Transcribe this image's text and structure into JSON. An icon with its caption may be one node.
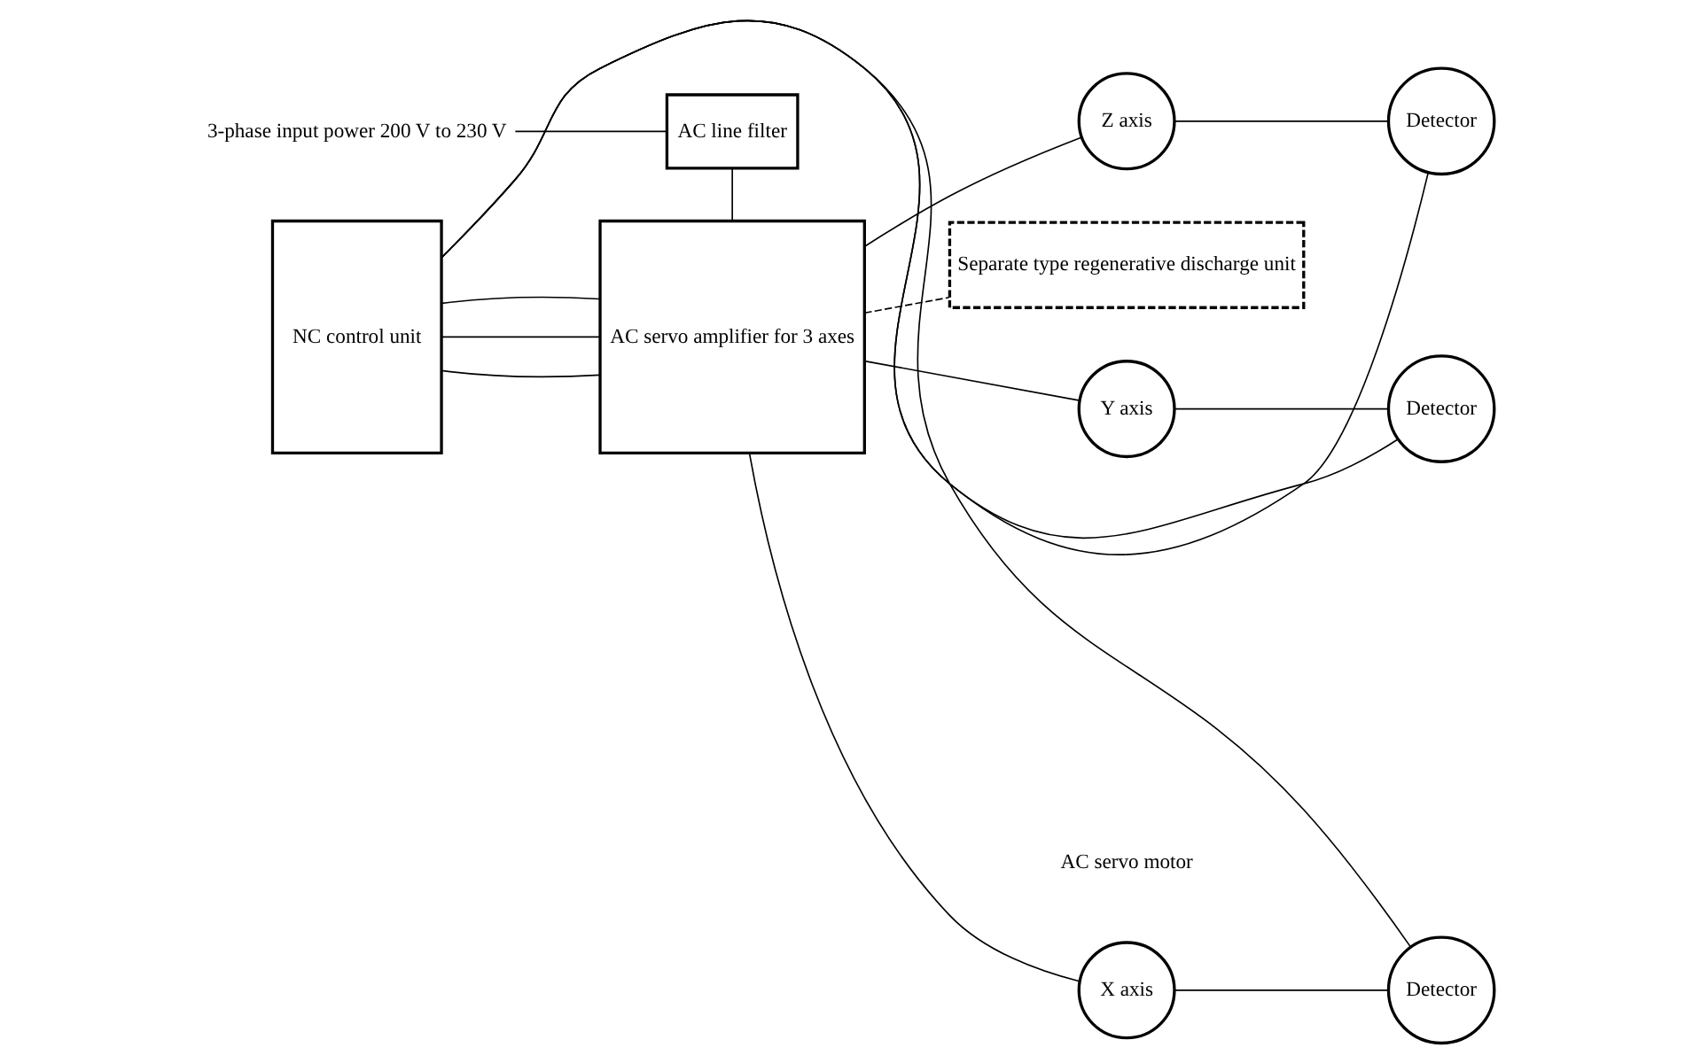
{
  "diagram": {
    "nodes": [
      {
        "text": [
          "NC control unit"
        ]
      },
      {
        "text": [
          "AC servo amplifier for 3 axes"
        ]
      },
      {
        "text": [
          "X axis"
        ]
      },
      {
        "text": [
          "Detector"
        ]
      },
      {
        "text": [
          "Y axis"
        ]
      },
      {
        "text": [
          "Detector"
        ]
      },
      {
        "text": [
          "Z axis"
        ]
      },
      {
        "text": [
          "Detector"
        ]
      },
      {
        "text": [
          "AC line filter"
        ]
      },
      {
        "text": [
          "Separate type regenerative discharge unit"
        ]
      },
      {
        "text": [
          "3-phase input power 200 V to 230 V"
        ]
      }
    ],
    "edges": [
      {
        "from": 0,
        "to": 1,
        "arrow": "none"
      },
      {
        "from": 0,
        "to": 1,
        "arrow": "none"
      },
      {
        "from": 0,
        "to": 1,
        "arrow": "none"
      },
      {
        "from": 1,
        "to": 2,
        "arrow": "none"
      },
      {
        "from": 1,
        "to": 4,
        "arrow": "none"
      },
      {
        "from": 1,
        "to": 6,
        "arrow": "none"
      },
      {
        "from": 2,
        "to": 3,
        "arrow": "none"
      },
      {
        "from": 4,
        "to": 5,
        "arrow": "none"
      },
      {
        "from": 6,
        "to": 7,
        "arrow": "none"
      },
      {
        "from": 3,
        "to": 0,
        "arrow": "none"
      },
      {
        "from": 5,
        "to": 0,
        "arrow": "none"
      },
      {
        "from": 7,
        "to": 0,
        "arrow": "none"
      },
      {
        "from": 10,
        "to": 8,
        "arrow": "none"
      },
      {
        "from": 8,
        "to": 1,
        "arrow": "none"
      },
      {
        "from": 1,
        "to": 9,
        "arrow": "none",
        "style": "dashed"
      }
    ],
    "labels": [
      "AC servo motor"
    ]
  }
}
